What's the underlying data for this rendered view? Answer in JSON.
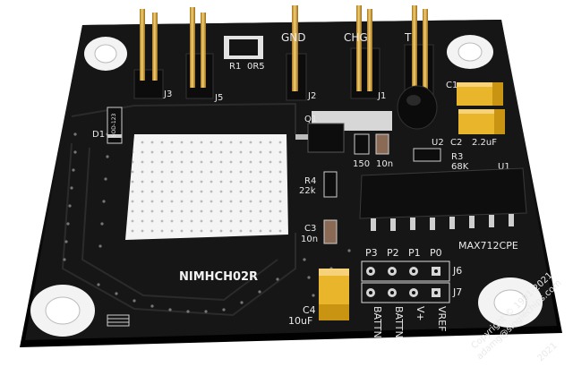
{
  "board": {
    "title": "NIMHCH02R",
    "labels": {
      "r1": "R1",
      "r1_value": "0R5",
      "j3": "J3",
      "j5": "J5",
      "j2": "J2",
      "j1": "J1",
      "q1": "Q1",
      "d1": "D1",
      "r4": "R4",
      "r4_value": "22k",
      "c3": "C3",
      "c3_value": "10n",
      "c4": "C4",
      "c4_value": "10uF",
      "r150": "150",
      "c10n_top": "10n",
      "u2": "U2",
      "c2": "C2",
      "c2_value": "2.2uF",
      "r3": "R3",
      "r3_value": "68K",
      "u1": "U1",
      "c1": "C1",
      "ic_name": "MAX712CPE",
      "pins_p3": "P3",
      "pins_p2": "P2",
      "pins_p1": "P1",
      "pins_p0": "P0",
      "j6": "J6",
      "j7": "J7",
      "hdr_battn1": "BATTN",
      "hdr_battn2": "BATTN",
      "hdr_vplus": "V+",
      "hdr_vref": "VREF",
      "top_gnd": "GND",
      "top_chg": "CHG",
      "top_t": "T",
      "diode_mark": "SOD-123"
    },
    "copyright_line1": "Copyright © 1991-2021",
    "copyright_line2": "adamg@singlechips.com",
    "copyright_year": "2021"
  },
  "colors": {
    "pcb": "#151515",
    "silkscreen": "#ececec",
    "gold": "#d9a441",
    "tantalum": "#e7b52c",
    "copper_pad": "#c9c9c9"
  }
}
